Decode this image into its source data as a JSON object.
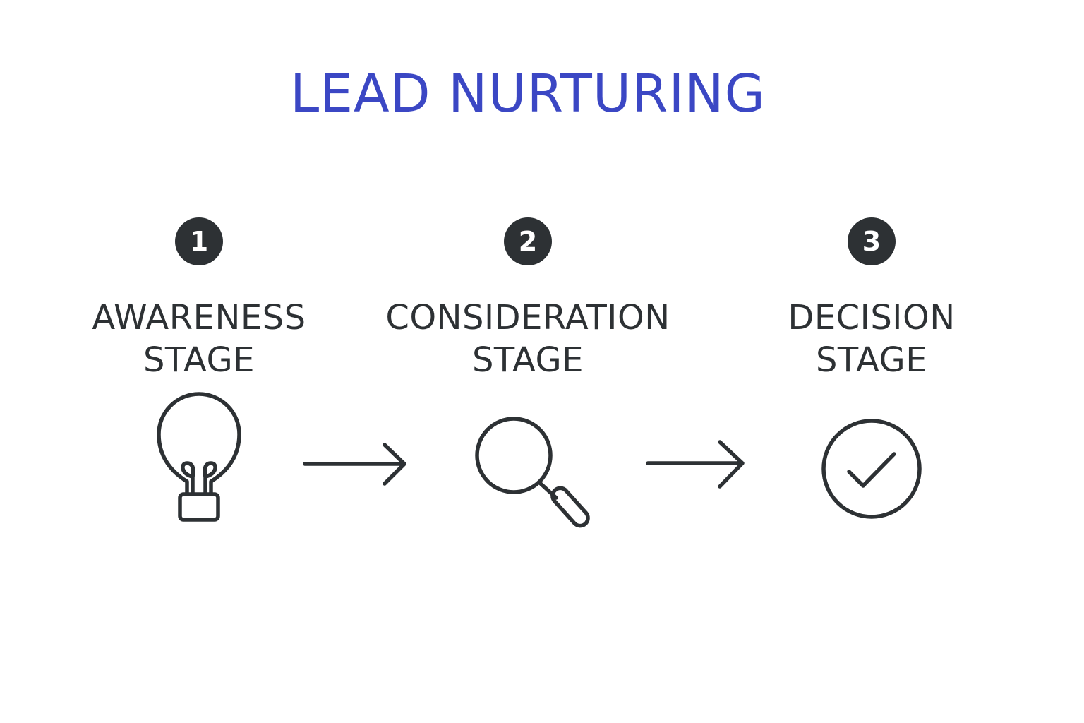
{
  "title": "LEAD NURTURING",
  "colors": {
    "title": "#3b47c4",
    "ink": "#2d3134",
    "badge_text": "#ffffff",
    "background": "#ffffff"
  },
  "stages": [
    {
      "number": "1",
      "line1": "AWARENESS",
      "line2": "STAGE",
      "icon": "lightbulb-icon"
    },
    {
      "number": "2",
      "line1": "CONSIDERATION",
      "line2": "STAGE",
      "icon": "magnifier-icon"
    },
    {
      "number": "3",
      "line1": "DECISION",
      "line2": "STAGE",
      "icon": "check-circle-icon"
    }
  ]
}
